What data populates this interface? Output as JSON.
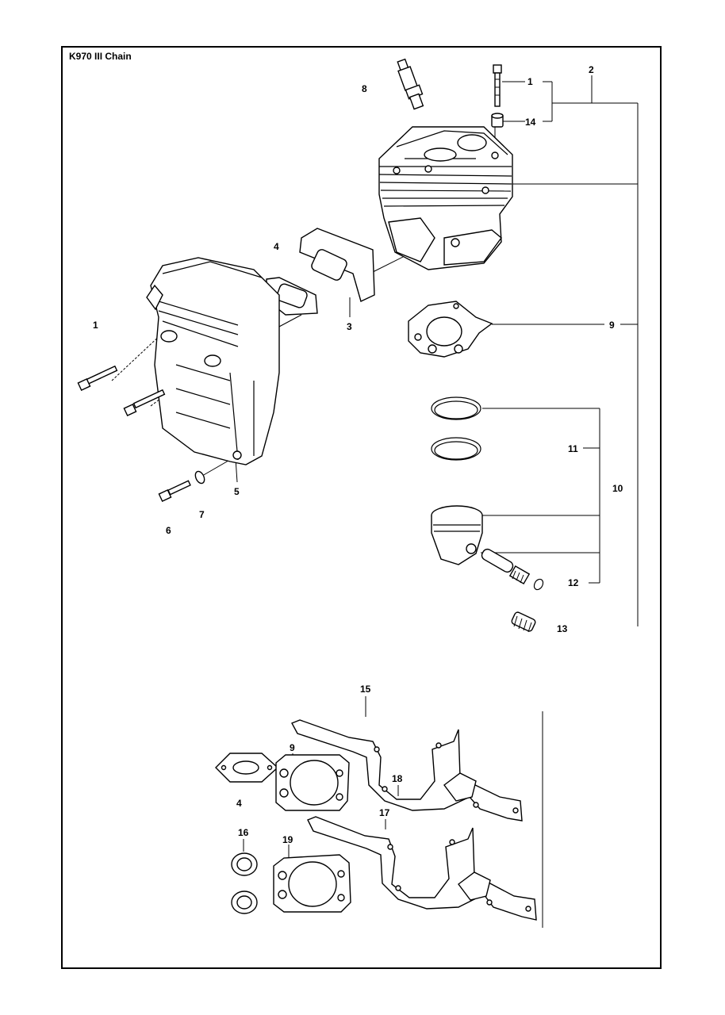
{
  "title": "K970 III Chain",
  "callouts": {
    "c1_bolt": "1",
    "c1_muffler": "1",
    "c2": "2",
    "c3": "3",
    "c4_top": "4",
    "c4_bottom": "4",
    "c5": "5",
    "c6": "6",
    "c7": "7",
    "c8": "8",
    "c9_top": "9",
    "c9_bottom": "9",
    "c10": "10",
    "c11": "11",
    "c12": "12",
    "c13": "13",
    "c14": "14",
    "c15": "15",
    "c16": "16",
    "c17": "17",
    "c18": "18",
    "c19": "19"
  }
}
